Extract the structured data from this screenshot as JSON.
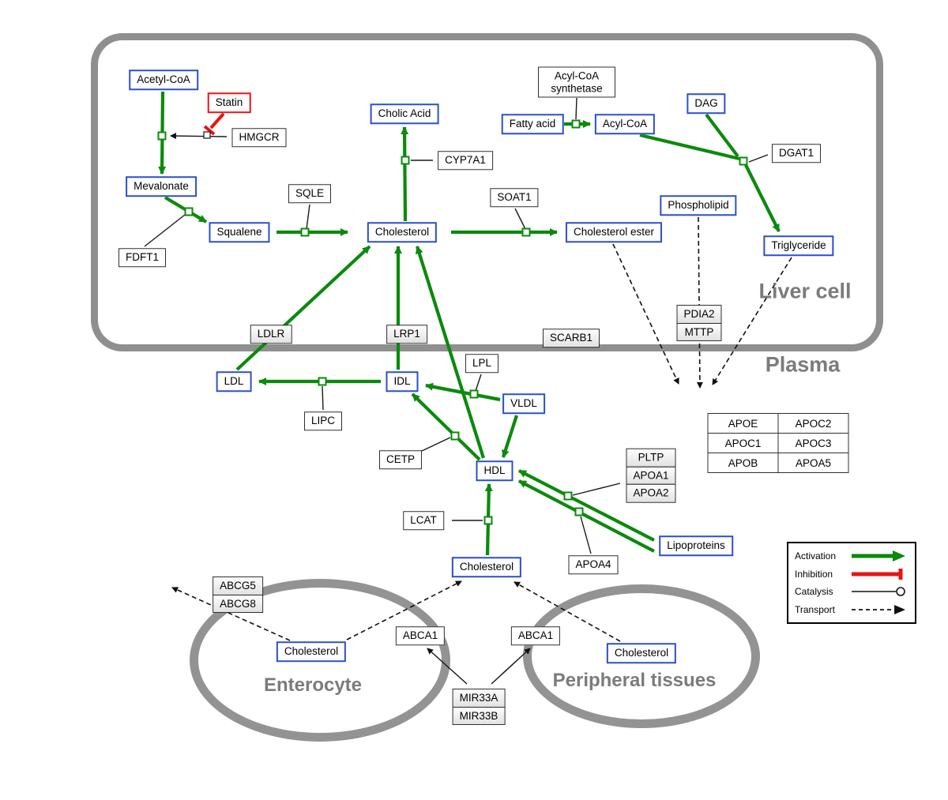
{
  "regions": {
    "liver": "Liver cell",
    "plasma": "Plasma",
    "enterocyte": "Enterocyte",
    "peripheral": "Peripheral tissues"
  },
  "nodes": {
    "acetyl_coa": "Acetyl-CoA",
    "statin": "Statin",
    "hmgcr": "HMGCR",
    "mevalonate": "Mevalonate",
    "cholic_acid": "Cholic Acid",
    "cyp7a1": "CYP7A1",
    "sqle": "SQLE",
    "squalene": "Squalene",
    "fdft1": "FDFT1",
    "cholesterol_liver": "Cholesterol",
    "soat1": "SOAT1",
    "cholesterol_ester": "Cholesterol ester",
    "acyl_coa_synthetase": "Acyl-CoA synthetase",
    "fatty_acid": "Fatty acid",
    "acyl_coa": "Acyl-CoA",
    "dag": "DAG",
    "dgat1": "DGAT1",
    "phospholipid": "Phospholipid",
    "triglyceride": "Triglyceride",
    "ldlr": "LDLR",
    "lrp1": "LRP1",
    "scarb1": "SCARB1",
    "pdia2": "PDIA2",
    "mttp": "MTTP",
    "ldl": "LDL",
    "idl": "IDL",
    "lpl": "LPL",
    "vldl": "VLDL",
    "lipc": "LIPC",
    "cetp": "CETP",
    "hdl": "HDL",
    "lcat": "LCAT",
    "pltp": "PLTP",
    "apoa1": "APOA1",
    "apoa2": "APOA2",
    "apoa4": "APOA4",
    "lipoproteins": "Lipoproteins",
    "cholesterol_plasma": "Cholesterol",
    "abcg5": "ABCG5",
    "abcg8": "ABCG8",
    "cholesterol_enterocyte": "Cholesterol",
    "abca1_enterocyte": "ABCA1",
    "abca1_peripheral": "ABCA1",
    "cholesterol_peripheral": "Cholesterol",
    "mir33a": "MIR33A",
    "mir33b": "MIR33B"
  },
  "apo_table": [
    [
      "APOE",
      "APOC2"
    ],
    [
      "APOC1",
      "APOC3"
    ],
    [
      "APOB",
      "APOA5"
    ]
  ],
  "legend": {
    "activation": "Activation",
    "inhibition": "Inhibition",
    "catalysis": "Catalysis",
    "transport": "Transport"
  },
  "colors": {
    "activation_green": "#0b8a0b",
    "inhibition_red": "#e81313",
    "entity_border_blue": "#2b4fce",
    "membrane_gray": "#8f8f8f"
  }
}
